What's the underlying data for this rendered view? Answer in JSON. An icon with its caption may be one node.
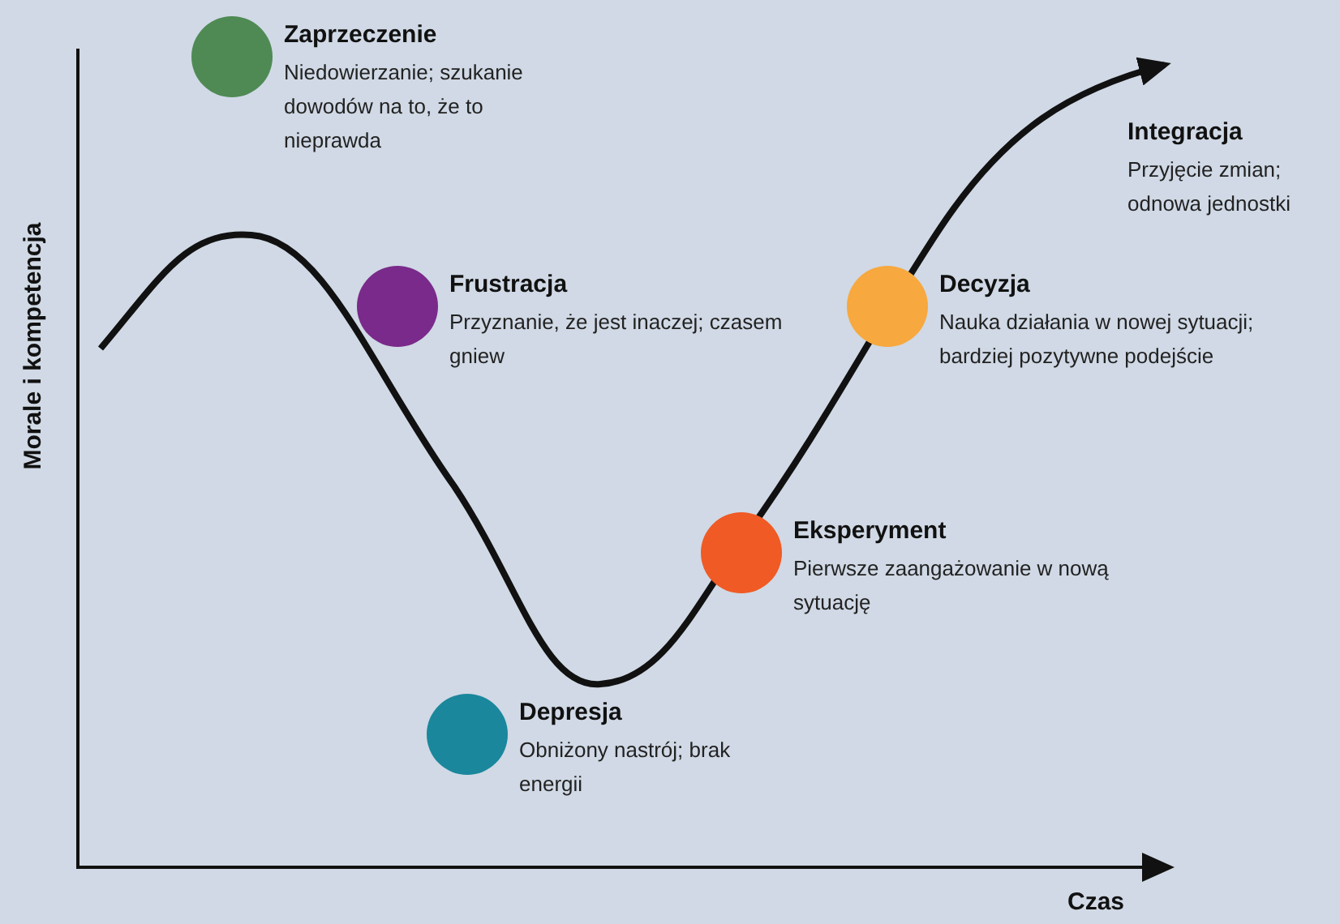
{
  "diagram": {
    "nodes": [
      {
        "text": [
          "Zaprzeczenie",
          "Niedowierzanie; szukanie dowodów na to, że to nieprawda"
        ]
      },
      {
        "text": [
          "Frustracja",
          "Przyznanie, że jest inaczej; czasem gniew"
        ]
      },
      {
        "text": [
          "Decyzja",
          "Nauka działania w nowej sytuacji; bardziej pozytywne podejście"
        ]
      },
      {
        "text": [
          "Integracja",
          "Przyjęcie zmian; odnowa jednostki"
        ]
      },
      {
        "text": [
          "Eksperyment",
          "Pierwsze zaangażowanie w nową sytuację"
        ]
      },
      {
        "text": [
          "Depresja",
          "Obniżony nastrój; brak energii"
        ]
      }
    ],
    "edges": [
      {
        "from": null,
        "to": 3,
        "arrow": "to"
      }
    ],
    "labels": [
      "Morale i kompetencja",
      "Czas"
    ]
  }
}
